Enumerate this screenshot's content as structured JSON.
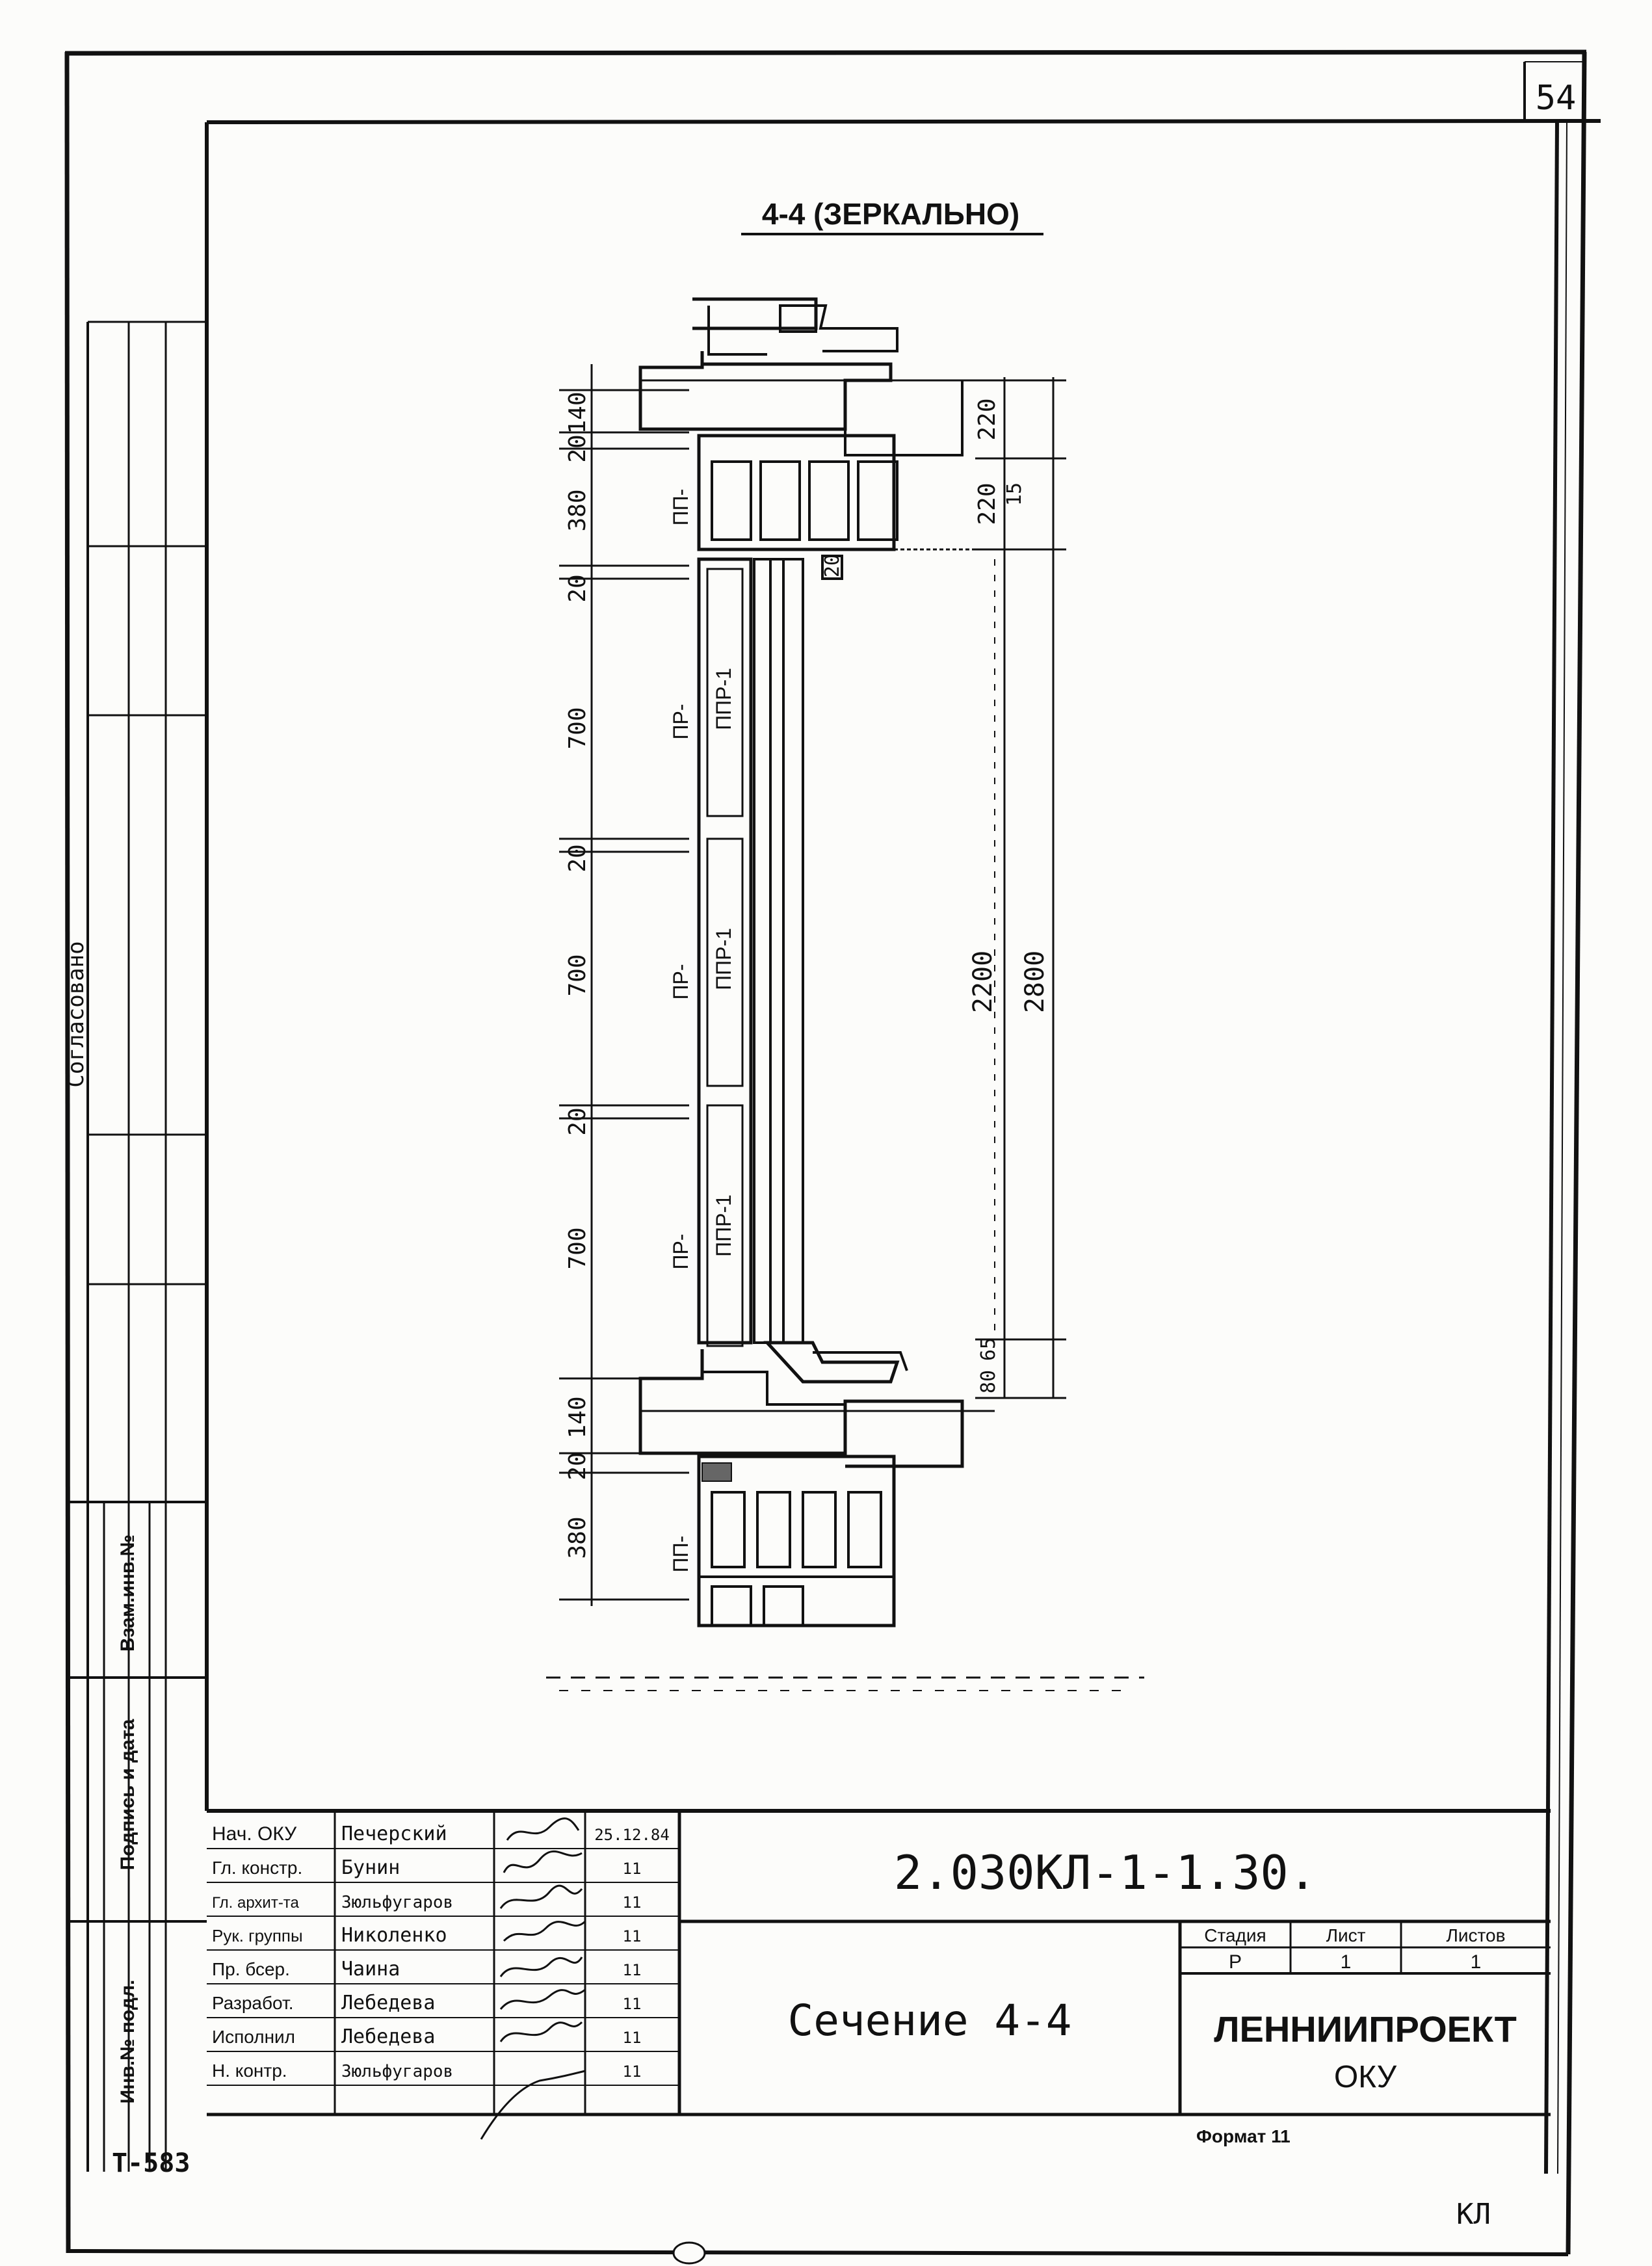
{
  "sheet_number": "54",
  "section_title": "4-4 (ЗЕРКАЛЬНО)",
  "left_margin": {
    "agreed_label": "Согласовано",
    "exchange_inv": "Взам.инв.№",
    "signature_date": "Подпись и дата",
    "inventory_original": "Инв.№ подл."
  },
  "dimensions_left": [
    "140",
    "20",
    "380",
    "20",
    "700",
    "20",
    "700",
    "20",
    "700",
    "140",
    "20",
    "380"
  ],
  "dimensions_right": [
    "220",
    "220",
    "15",
    "20",
    "2200",
    "2800",
    "80",
    "65"
  ],
  "panel_labels": [
    "ПП-",
    "ПР-",
    "ППР-1",
    "ПР-",
    "ППР-1",
    "ПР-",
    "ППР-1",
    "ПП-"
  ],
  "title_block": {
    "people": [
      {
        "role": "Нач. ОКУ",
        "name": "Печерский",
        "date": "25.12.84"
      },
      {
        "role": "Гл. констр.",
        "name": "Бунин",
        "date": "11"
      },
      {
        "role": "Гл. архит-та",
        "name": "Зюльфугаров",
        "date": "11"
      },
      {
        "role": "Рук. группы",
        "name": "Николенко",
        "date": "11"
      },
      {
        "role": "Пр. бсер.",
        "name": "Чаина",
        "date": "11"
      },
      {
        "role": "Разработ.",
        "name": "Лебедева",
        "date": "11"
      },
      {
        "role": "Исполнил",
        "name": "Лебедева",
        "date": "11"
      },
      {
        "role": "Н. контр.",
        "name": "Зюльфугаров",
        "date": "11"
      }
    ],
    "code": "2.030КЛ-1-1.30.",
    "sheet_name": "Сечение 4-4",
    "stage_header": "Стадия",
    "sheet_header": "Лист",
    "sheets_header": "Листов",
    "stage_value": "Р",
    "sheet_value": "1",
    "sheets_value": "1",
    "org_name": "ЛЕННИИПРОЕКТ",
    "org_dept": "ОКУ",
    "format_label": "Формат 11"
  },
  "bottom_code": "Т-583",
  "corner_mark": "КЛ"
}
